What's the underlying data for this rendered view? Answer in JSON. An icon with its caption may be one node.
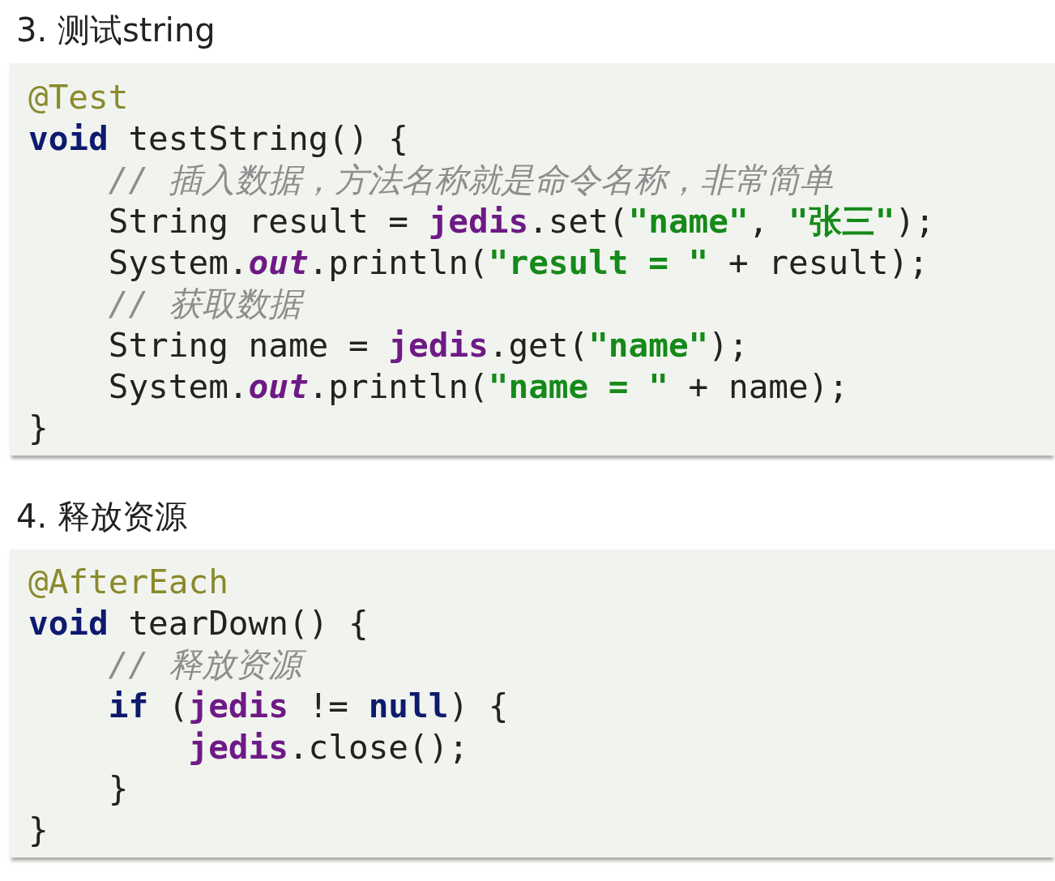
{
  "diagram": {
    "nodes": [
      {
        "text": [
          "3. 测试string",
          "@Test",
          "**void** testString() {",
          "    // 插入数据，方法名称就是命令名称，非常简单",
          "    String result = **jedis**.set(**\"name\"**, **\"张三\"**);",
          "    System.*out*.println(**\"result = \"** + result);",
          "    // 获取数据",
          "    String name = **jedis**.get(**\"name\"**);",
          "    System.*out*.println(**\"name = \"** + name);",
          "}"
        ]
      },
      {
        "text": [
          "4. 释放资源",
          "@AfterEach",
          "**void** tearDown() {",
          "    // 释放资源",
          "    **if** (**jedis** != **null**) {",
          "        **jedis**.close();",
          "    }",
          "}"
        ]
      }
    ]
  }
}
